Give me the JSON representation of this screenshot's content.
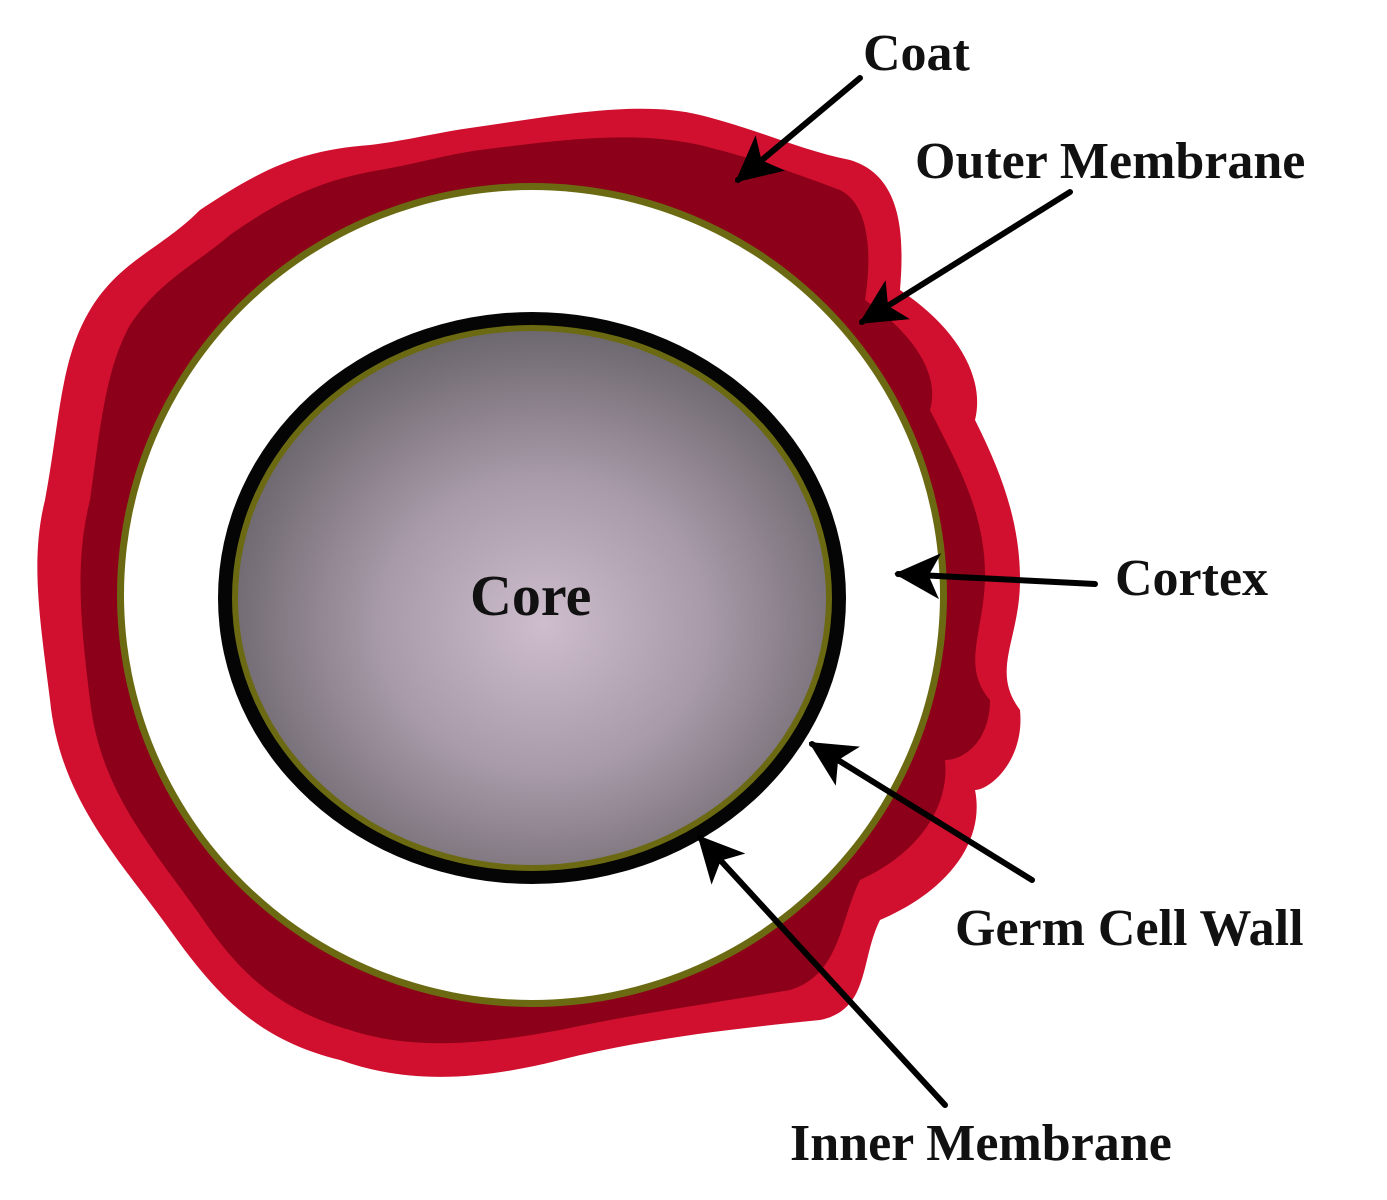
{
  "labels": {
    "coat": "Coat",
    "outer_membrane": "Outer Membrane",
    "cortex": "Cortex",
    "core": "Core",
    "germ_cell_wall": "Germ Cell Wall",
    "inner_membrane": "Inner Membrane"
  },
  "colors": {
    "coat_outer": "#d0102e",
    "coat_inner": "#8c0019",
    "membrane_line": "#6b6a12",
    "cortex": "#ffffff",
    "germ_cell_wall": "#050505",
    "core_center": "#cdbdcd",
    "core_edge": "#5e5a60",
    "arrows": "#000000"
  }
}
